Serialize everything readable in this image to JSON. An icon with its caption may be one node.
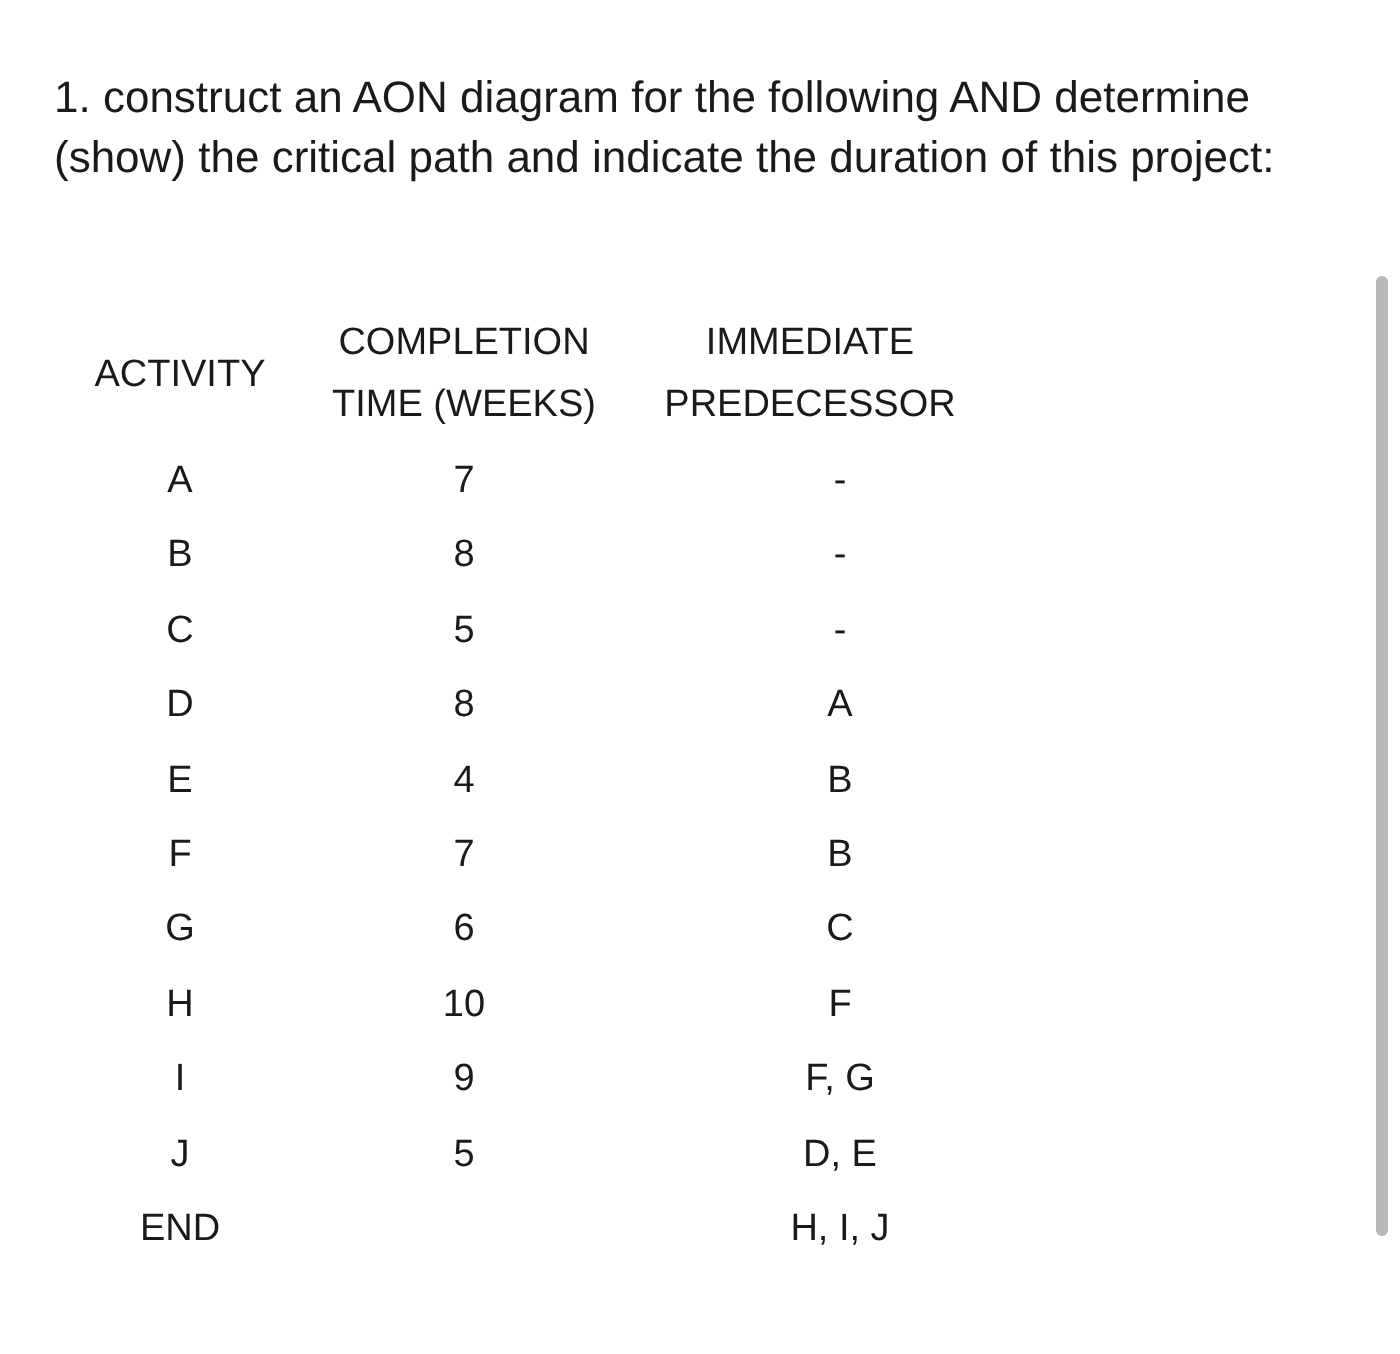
{
  "diagram": {
    "labels": [
      "1. construct an AON diagram for the following AND determine (show) the critical path and indicate the duration of this project:",
      "ACTIVITY",
      "COMPLETION TIME (WEEKS)",
      "IMMEDIATE PREDECESSOR",
      "A",
      "7",
      "-",
      "B",
      "8",
      "-",
      "C",
      "5",
      "-",
      "D",
      "8",
      "A",
      "E",
      "4",
      "B",
      "F",
      "7",
      "B",
      "G",
      "6",
      "C",
      "H",
      "10",
      "F",
      "I",
      "9",
      "F, G",
      "J",
      "5",
      "D, E",
      "END",
      "H, I, J"
    ]
  }
}
